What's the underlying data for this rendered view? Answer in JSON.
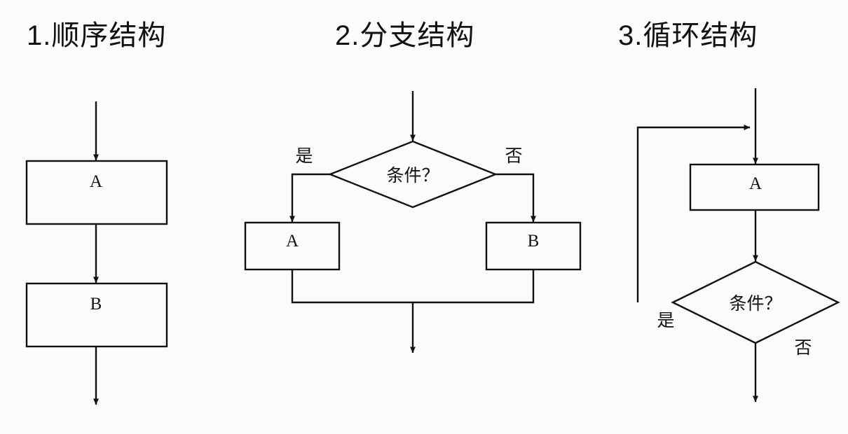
{
  "page": {
    "background_color": "#fbfbfb",
    "stroke_color": "#111111",
    "text_color": "#111111"
  },
  "panels": [
    {
      "id": "sequence",
      "title": "1.顺序结构",
      "nodes": [
        {
          "name": "process-a",
          "type": "process",
          "label": "A"
        },
        {
          "name": "process-b",
          "type": "process",
          "label": "B"
        }
      ],
      "edge_labels": []
    },
    {
      "id": "branch",
      "title": "2.分支结构",
      "nodes": [
        {
          "name": "decision",
          "type": "decision",
          "label": "条件？"
        },
        {
          "name": "process-a",
          "type": "process",
          "label": "A"
        },
        {
          "name": "process-b",
          "type": "process",
          "label": "B"
        }
      ],
      "edge_labels": [
        {
          "name": "yes-label",
          "label": "是"
        },
        {
          "name": "no-label",
          "label": "否"
        }
      ]
    },
    {
      "id": "loop",
      "title": "3.循环结构",
      "nodes": [
        {
          "name": "process-a",
          "type": "process",
          "label": "A"
        },
        {
          "name": "decision",
          "type": "decision",
          "label": "条件？"
        }
      ],
      "edge_labels": [
        {
          "name": "yes-label",
          "label": "是"
        },
        {
          "name": "no-label",
          "label": "否"
        }
      ]
    }
  ],
  "labels": {
    "t1": "1.顺序结构",
    "t2": "2.分支结构",
    "t3": "3.循环结构",
    "p1_a": "A",
    "p1_b": "B",
    "p2_cond": "条件？",
    "p2_a": "A",
    "p2_b": "B",
    "p2_yes": "是",
    "p2_no": "否",
    "p3_a": "A",
    "p3_cond": "条件？",
    "p3_yes": "是",
    "p3_no": "否"
  }
}
